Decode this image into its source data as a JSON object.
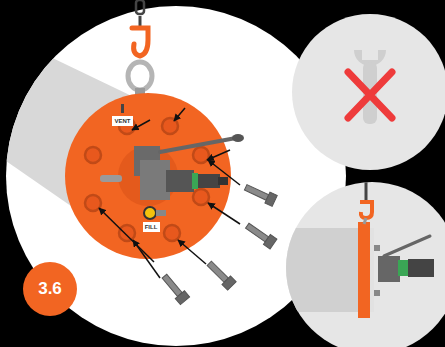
{
  "diagram": {
    "nodes": [
      {
        "text": [
          "VENT"
        ]
      },
      {
        "text": [
          "FILL"
        ]
      },
      {
        "text": [
          "3.6"
        ]
      }
    ]
  }
}
